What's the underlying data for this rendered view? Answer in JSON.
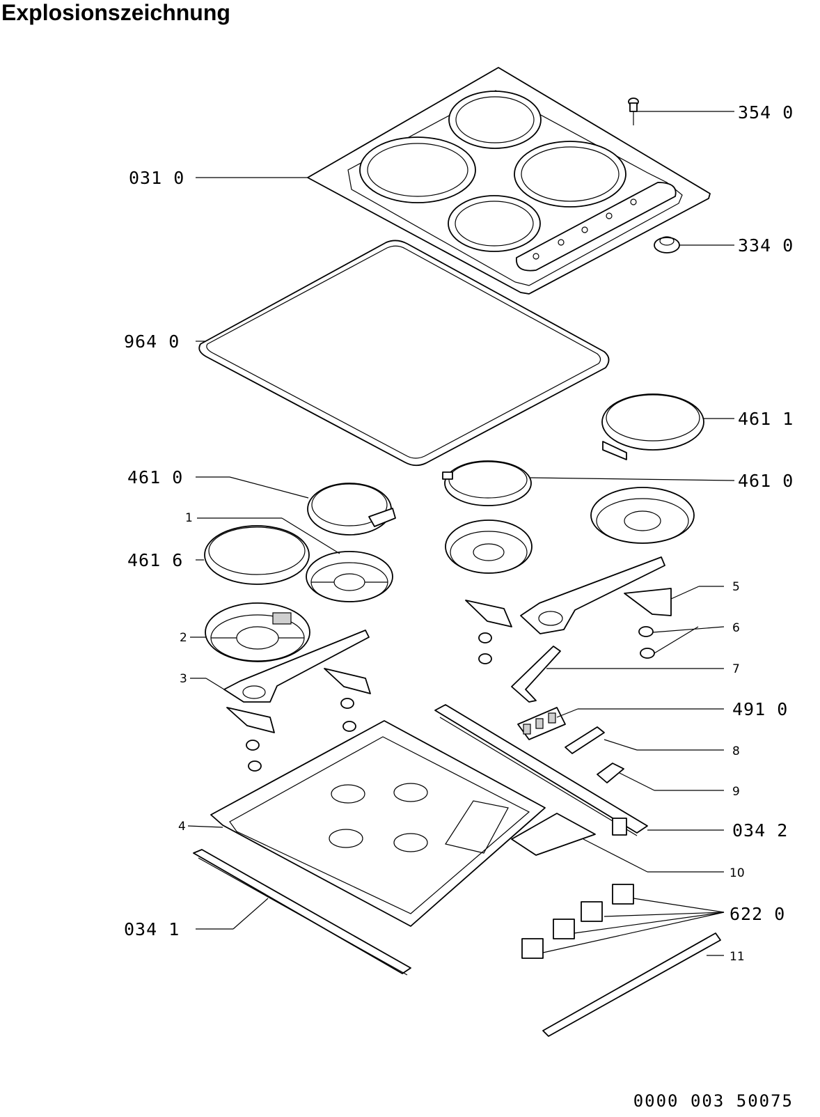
{
  "title": "Explosionszeichnung",
  "document_number": "0000 003 50075",
  "parts": {
    "p354": "354 0",
    "p031": "031 0",
    "p334": "334 0",
    "p964": "964 0",
    "p4611": "461 1",
    "p4610a": "461 0",
    "p4610b": "461 0",
    "p4616": "461 6",
    "p1": "1",
    "p2": "2",
    "p3": "3",
    "p4": "4",
    "p5": "5",
    "p6": "6",
    "p7": "7",
    "p4910": "491 0",
    "p8": "8",
    "p9": "9",
    "p0342": "034 2",
    "p10": "10",
    "p0341": "034 1",
    "p6220": "622 0",
    "p11": "11"
  }
}
